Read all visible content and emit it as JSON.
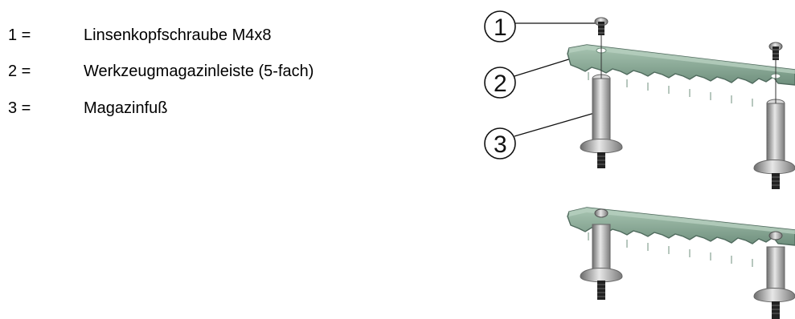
{
  "legend": {
    "items": [
      {
        "number": "1 =",
        "label": "Linsenkopfschraube M4x8"
      },
      {
        "number": "2 =",
        "label": "Werkzeugmagazinleiste (5-fach)"
      },
      {
        "number": "3 =",
        "label": "Magazinfuß"
      }
    ]
  },
  "figure": {
    "callouts": [
      "1",
      "2",
      "3"
    ],
    "colors": {
      "rail": "#8fae9b",
      "rail_shadow": "#5f7d6d",
      "metal": "#b9b9b9",
      "metal_dark": "#777777",
      "thread": "#333333",
      "line": "#111111"
    }
  }
}
